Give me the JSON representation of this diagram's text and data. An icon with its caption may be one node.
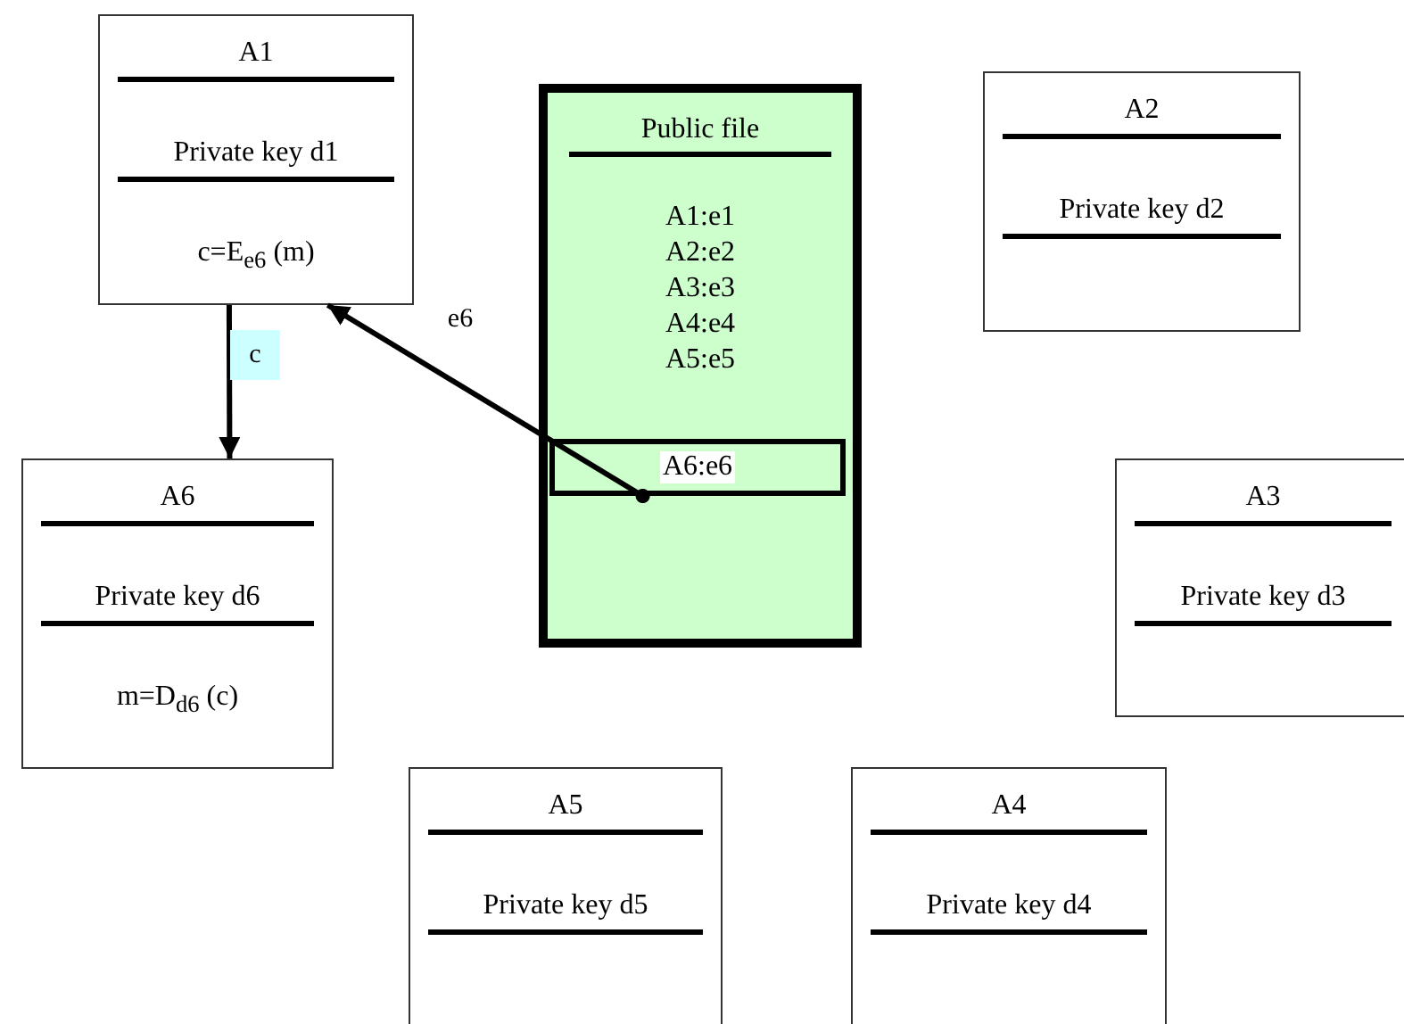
{
  "diagram": {
    "nodes": [
      {
        "text": [
          "A1",
          "Private key d1",
          "c=E$_{e6}$ (m)"
        ]
      },
      {
        "text": [
          "Public file",
          "A1:e1",
          "A2:e2",
          "A3:e3",
          "A4:e4",
          "A5:e5"
        ]
      },
      {
        "text": [
          "A6:e6"
        ],
        "in": 1
      },
      {
        "text": [
          "A2",
          "Private key d2"
        ]
      },
      {
        "text": [
          "A6",
          "Private key d6",
          "m=D$_{d6}$ (c)"
        ]
      },
      {
        "text": [
          "A3",
          "Private key d3"
        ]
      },
      {
        "text": [
          "A5",
          "Private key d5"
        ]
      },
      {
        "text": [
          "A4",
          "Private key d4"
        ]
      }
    ],
    "edges": [
      {
        "from": 2,
        "to": 0,
        "arrow": "to",
        "label": "e6"
      },
      {
        "from": 0,
        "to": 4,
        "arrow": "to",
        "label": "c"
      }
    ]
  }
}
